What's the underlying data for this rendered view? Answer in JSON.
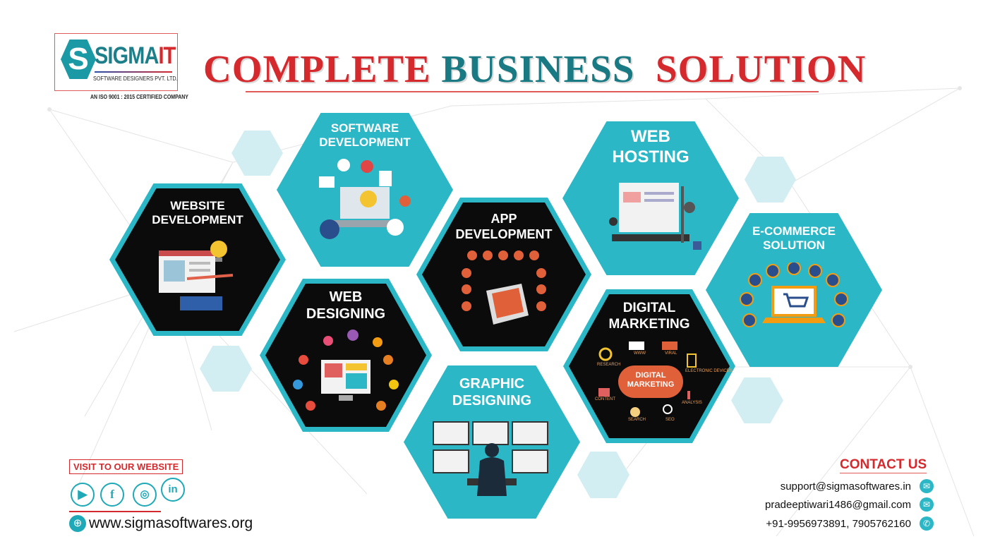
{
  "logo": {
    "mark": "S",
    "name_main": "SIGMA",
    "name_accent": "IT",
    "subtitle": "SOFTWARE DESIGNERS PVT. LTD.",
    "certification": "AN ISO 9001 : 2015 CERTIFIED COMPANY"
  },
  "title": {
    "part1": "COMPLETE",
    "part2": "BUSINESS",
    "part3": "SOLUTION"
  },
  "colors": {
    "teal": "#2cb7c6",
    "red": "#d42a2e",
    "dark_teal": "#1a7a84",
    "black": "#0b0b0b",
    "light_hex": "#d3eef2"
  },
  "services": [
    {
      "line1": "WEBSITE",
      "line2": "DEVELOPMENT",
      "icon": "web-browser-lightbulb-icon"
    },
    {
      "line1": "SOFTWARE",
      "line2": "DEVELOPMENT",
      "icon": "laptop-gears-icon"
    },
    {
      "line1": "WEB",
      "line2": "DESIGNING",
      "icon": "monitor-icons-icon"
    },
    {
      "line1": "APP",
      "line2": "DEVELOPMENT",
      "icon": "smartphone-apps-icon"
    },
    {
      "line1": "GRAPHIC",
      "line2": "DESIGNING",
      "icon": "designer-screens-icon"
    },
    {
      "line1": "WEB",
      "line2": "HOSTING",
      "icon": "server-website-icon"
    },
    {
      "line1": "DIGITAL",
      "line2": "MARKETING",
      "icon": "marketing-cloud-icon"
    },
    {
      "line1": "E-COMMERCE",
      "line2": "SOLUTION",
      "icon": "shopping-cart-laptop-icon"
    }
  ],
  "digital_marketing_diagram": {
    "center1": "DIGITAL",
    "center2": "MARKETING",
    "labels": [
      "RESEARCH",
      "WWW",
      "VIRAL",
      "ELECTRONIC DEVICES",
      "CONTENT",
      "ANALYSIS",
      "SEARCH",
      "SEO"
    ]
  },
  "social": {
    "visit_label": "VISIT TO OUR WEBSITE",
    "icons": [
      "youtube-icon",
      "facebook-icon",
      "instagram-icon",
      "linkedin-icon"
    ],
    "website": "www.sigmasoftwares.org"
  },
  "contact": {
    "heading": "CONTACT US",
    "email1": "support@sigmasoftwares.in",
    "email2": "pradeeptiwari1486@gmail.com",
    "phone": "+91-9956973891, 7905762160"
  }
}
